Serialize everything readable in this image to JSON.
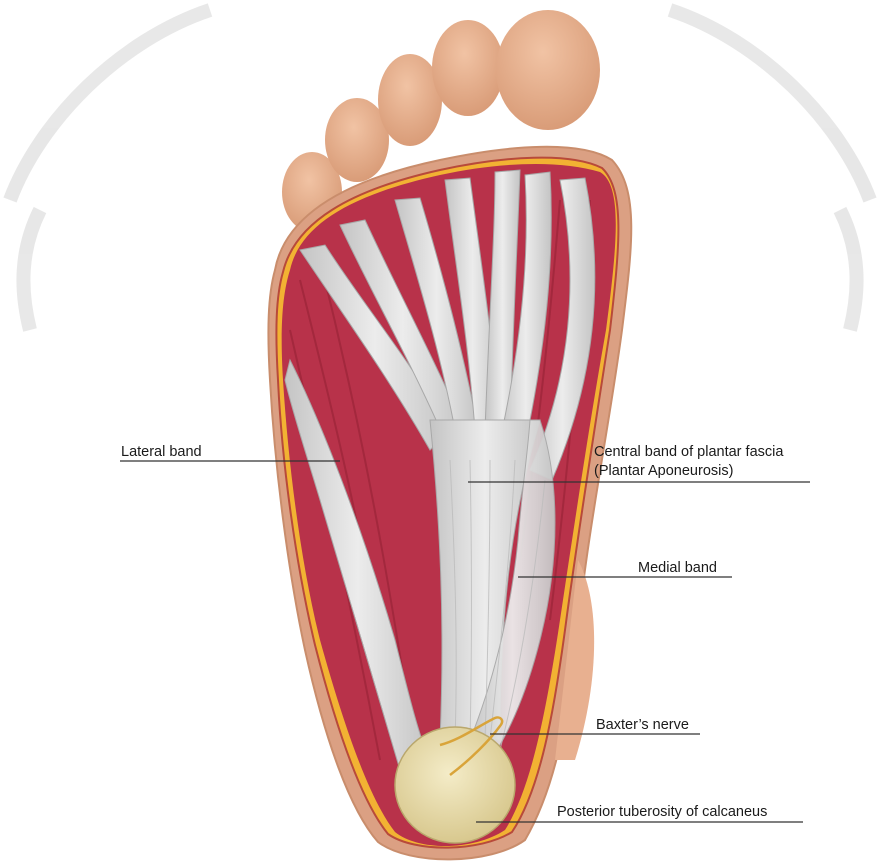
{
  "labels": {
    "lateral_band": "Lateral band",
    "central_band_line1": "Central band of plantar fascia",
    "central_band_line2": "(Plantar Aponeurosis)",
    "medial_band": "Medial band",
    "baxters_nerve": "Baxter’s nerve",
    "posterior_tuberosity": "Posterior tuberosity of calcaneus"
  },
  "colors": {
    "skin": "#eab593",
    "skin_shadow": "#d99c78",
    "fat": "#f2b233",
    "muscle": "#b8324a",
    "fascia": "#d6d6d6",
    "bone": "#e8dcae",
    "watermark": "#dcdcdc"
  }
}
